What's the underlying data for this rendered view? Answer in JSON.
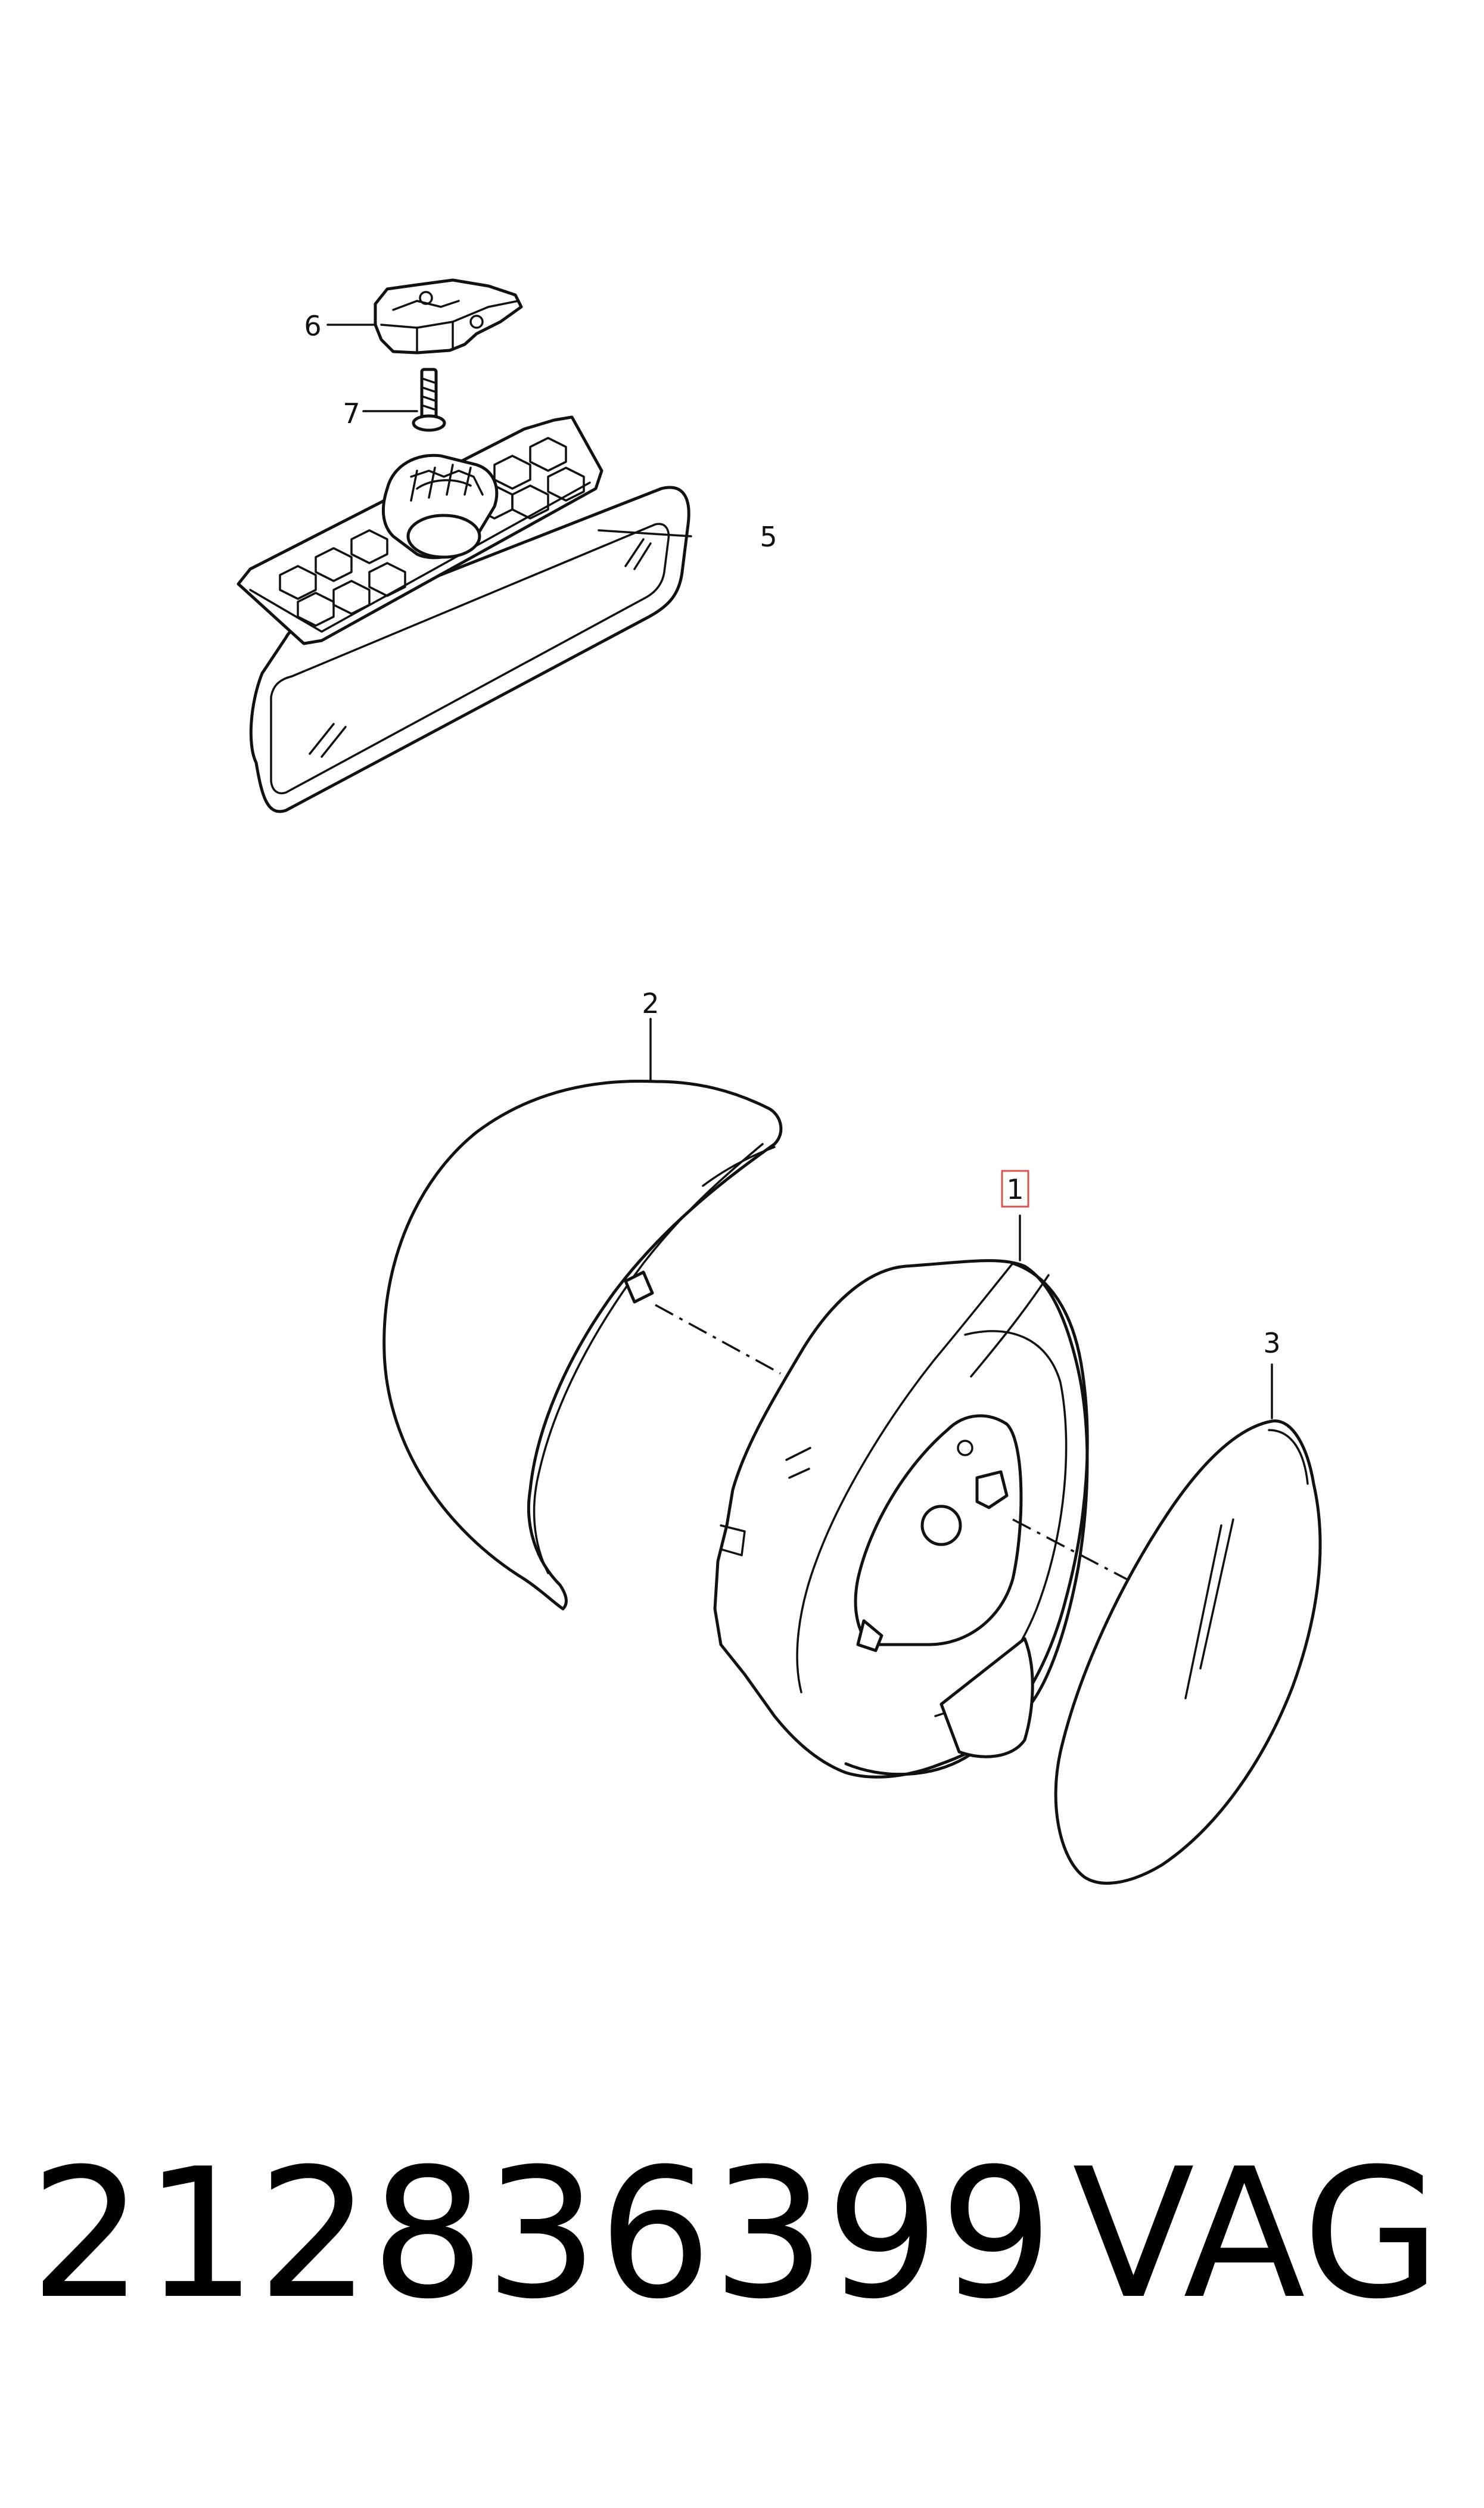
{
  "callouts": [
    {
      "id": "1",
      "label": "1",
      "highlighted": true
    },
    {
      "id": "2",
      "label": "2"
    },
    {
      "id": "3",
      "label": "3"
    },
    {
      "id": "5",
      "label": "5"
    },
    {
      "id": "6",
      "label": "6"
    },
    {
      "id": "7",
      "label": "7"
    }
  ],
  "footer": {
    "part_number": "212836399",
    "brand": "VAG"
  },
  "colors": {
    "line": "#111111",
    "highlight": "#d9534f",
    "background": "#ffffff"
  }
}
